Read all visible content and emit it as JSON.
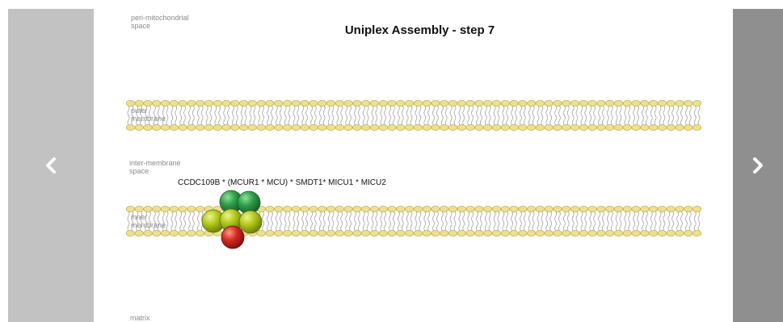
{
  "navigation": {
    "prev_icon": "chevron-left-icon",
    "next_icon": "chevron-right-icon"
  },
  "slide": {
    "title": "Uniplex Assembly  -  step 7",
    "regions": {
      "peri_mitochondrial": "peri-mitochondrial\nspace",
      "outer_membrane": "outer\nmembrane",
      "inter_membrane": "inter-membrane\nspace",
      "inner_membrane": "inner\nmembrane",
      "matrix": "matrix"
    },
    "complex_label": "CCDC109B * (MCUR1 * MCU) * SMDT1* MICU1 * MICU2"
  },
  "colors": {
    "lipid_head": "#efe08f",
    "lipid_outline": "#b8a640",
    "tail": "#9a9a9a",
    "dark_green": "#2f9e48",
    "light_green": "#b3c91c",
    "red": "#d42a22",
    "prev_panel": "#c2c2c2",
    "next_panel": "#8f8f8f"
  }
}
